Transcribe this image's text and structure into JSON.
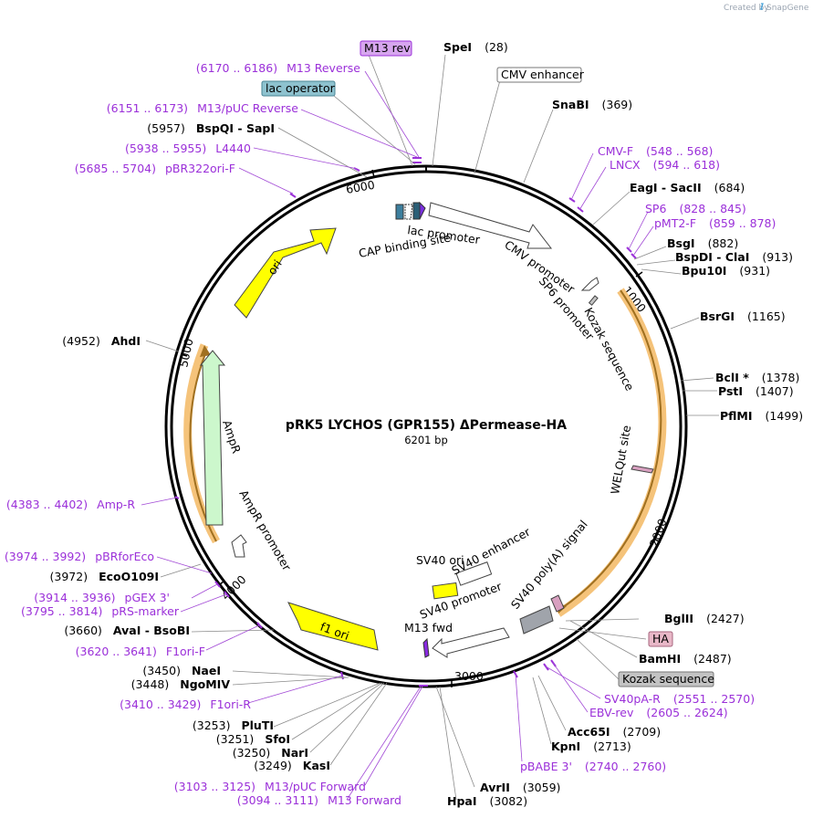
{
  "credit": "Created by",
  "credit_brand": "SnapGene",
  "title": "pRK5 LYCHOS (GPR155) ΔPermease-HA",
  "subtitle": "6201 bp",
  "ticks": [
    "1000",
    "2000",
    "3000",
    "4000",
    "5000",
    "6000"
  ],
  "boxed_labels": [
    {
      "text": "M13 rev",
      "fill": "#d7a6ef",
      "stroke": "#9b30d9"
    },
    {
      "text": "CMV enhancer",
      "fill": "#ffffff",
      "stroke": "#777777"
    },
    {
      "text": "lac operator",
      "fill": "#8ec2cf",
      "stroke": "#4a8596"
    },
    {
      "text": "HA",
      "fill": "#e8b7c7",
      "stroke": "#a7677f"
    },
    {
      "text": "Kozak sequence",
      "fill": "#c3c3c3",
      "stroke": "#777777"
    }
  ],
  "enzymes": [
    {
      "name": "SpeI",
      "pos": "(28)"
    },
    {
      "name": "SnaBI",
      "pos": "(369)"
    },
    {
      "name": "EagI - SacII",
      "pos": "(684)"
    },
    {
      "name": "BsgI",
      "pos": "(882)"
    },
    {
      "name": "BspDI - ClaI",
      "pos": "(913)"
    },
    {
      "name": "Bpu10I",
      "pos": "(931)"
    },
    {
      "name": "BsrGI",
      "pos": "(1165)"
    },
    {
      "name": "BclI *",
      "pos": "(1378)"
    },
    {
      "name": "PstI",
      "pos": "(1407)"
    },
    {
      "name": "PflMI",
      "pos": "(1499)"
    },
    {
      "name": "BglII",
      "pos": "(2427)"
    },
    {
      "name": "BamHI",
      "pos": "(2487)"
    },
    {
      "name": "Acc65I",
      "pos": "(2709)"
    },
    {
      "name": "KpnI",
      "pos": "(2713)"
    },
    {
      "name": "AvrII",
      "pos": "(3059)"
    },
    {
      "name": "HpaI",
      "pos": "(3082)"
    },
    {
      "name": "KasI",
      "pos": "(3249)"
    },
    {
      "name": "NarI",
      "pos": "(3250)"
    },
    {
      "name": "SfoI",
      "pos": "(3251)"
    },
    {
      "name": "PluTI",
      "pos": "(3253)"
    },
    {
      "name": "NgoMIV",
      "pos": "(3448)"
    },
    {
      "name": "NaeI",
      "pos": "(3450)"
    },
    {
      "name": "AvaI - BsoBI",
      "pos": "(3660)"
    },
    {
      "name": "EcoO109I",
      "pos": "(3972)"
    },
    {
      "name": "AhdI",
      "pos": "(4952)"
    },
    {
      "name": "BspQI - SapI",
      "pos": "(5957)"
    }
  ],
  "primers": [
    {
      "name": "M13 Reverse",
      "range": "(6170 .. 6186)"
    },
    {
      "name": "M13/pUC Reverse",
      "range": "(6151 .. 6173)"
    },
    {
      "name": "L4440",
      "range": "(5938 .. 5955)"
    },
    {
      "name": "pBR322ori-F",
      "range": "(5685 .. 5704)"
    },
    {
      "name": "CMV-F",
      "range": "(548 .. 568)"
    },
    {
      "name": "LNCX",
      "range": "(594 .. 618)"
    },
    {
      "name": "SP6",
      "range": "(828 .. 845)"
    },
    {
      "name": "pMT2-F",
      "range": "(859 .. 878)"
    },
    {
      "name": "SV40pA-R",
      "range": "(2551 .. 2570)"
    },
    {
      "name": "EBV-rev",
      "range": "(2605 .. 2624)"
    },
    {
      "name": "pBABE 3'",
      "range": "(2740 .. 2760)"
    },
    {
      "name": "M13/pUC Forward",
      "range": "(3103 .. 3125)"
    },
    {
      "name": "M13 Forward",
      "range": "(3094 .. 3111)"
    },
    {
      "name": "F1ori-R",
      "range": "(3410 .. 3429)"
    },
    {
      "name": "F1ori-F",
      "range": "(3620 .. 3641)"
    },
    {
      "name": "pRS-marker",
      "range": "(3795 .. 3814)"
    },
    {
      "name": "pGEX 3'",
      "range": "(3914 .. 3936)"
    },
    {
      "name": "pBRforEco",
      "range": "(3974 .. 3992)"
    },
    {
      "name": "Amp-R",
      "range": "(4383 .. 4402)"
    }
  ],
  "features": [
    "lac promoter",
    "CAP binding site",
    "CMV promoter",
    "SP6 promoter",
    "Kozak sequence",
    "WELQut site",
    "SV40 poly(A) signal",
    "SV40 promoter",
    "M13 fwd",
    "SV40 enhancer",
    "SV40 ori",
    "f1 ori",
    "AmpR promoter",
    "AmpR",
    "ori"
  ],
  "colors": {
    "backbone": "#000000",
    "primer": "#9b30d9",
    "ori": "#ffff00",
    "ampr": "#ccf7cc",
    "orf_highlight": "#f5c37a",
    "orf_arrow": "#a07020"
  }
}
